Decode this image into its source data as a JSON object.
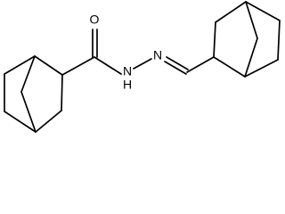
{
  "structure": {
    "atoms": {
      "carbonyl_oxygen": "O",
      "amide_nitrogen": "N",
      "amide_hydrogen": "H",
      "imine_nitrogen": "N"
    }
  }
}
